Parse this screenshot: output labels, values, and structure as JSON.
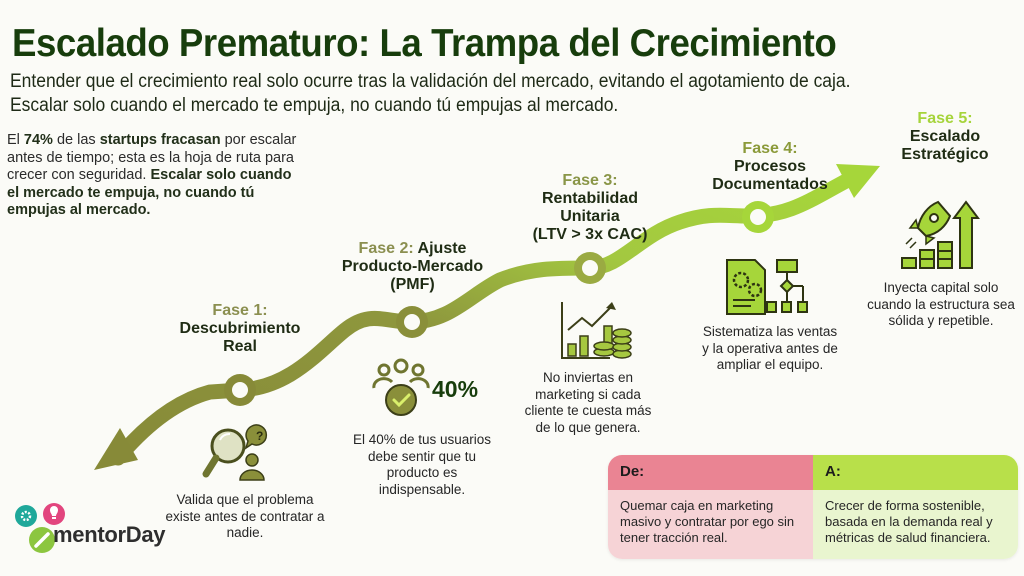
{
  "header": {
    "title": "Escalado Prematuro: La Trampa del Crecimiento",
    "subtitle_line1": "Entender que el crecimiento real solo ocurre tras la validación del mercado, evitando el agotamiento de caja.",
    "subtitle_line2": "Escalar solo cuando el mercado te empuja, no cuando tú empujas al mercado."
  },
  "intro": {
    "p1_a": "El ",
    "p1_stat": "74%",
    "p1_b": " de las ",
    "p1_bold": "startups fracasan",
    "p1_c": " por escalar antes de tiempo; esta es la hoja de ruta para crecer con seguridad.",
    "p2_bold": "Escalar solo cuando el mercado te empuja, no cuando tú empujas al mercado."
  },
  "phases": [
    {
      "label": "Fase 1:",
      "title_line1": "Descubrimiento",
      "title_line2": "Real",
      "icon": "magnifier-question-person-icon",
      "desc": "Valida que el problema existe antes de contratar a nadie."
    },
    {
      "label": "Fase 2:",
      "title_inline": "Ajuste",
      "title_line2": "Producto-Mercado",
      "title_line3": "(PMF)",
      "icon": "users-check-icon",
      "stat": "40%",
      "desc": "El 40% de tus usuarios debe sentir que tu producto es indispensable."
    },
    {
      "label": "Fase 3:",
      "title_line1": "Rentabilidad",
      "title_line2": "Unitaria",
      "title_line3": "(LTV > 3x CAC)",
      "icon": "chart-coins-icon",
      "desc": "No inviertas en marketing si cada cliente te cuesta más de lo que genera."
    },
    {
      "label": "Fase 4:",
      "title_line1": "Procesos",
      "title_line2": "Documentados",
      "icon": "document-gears-flowchart-icon",
      "desc": "Sistematiza las ventas y la operativa antes de ampliar el equipo."
    },
    {
      "label": "Fase 5:",
      "title_line1": "Escalado",
      "title_line2": "Estratégico",
      "icon": "rocket-growth-icon",
      "desc": "Inyecta capital solo cuando la estructura sea sólida y repetible."
    }
  ],
  "comparison": {
    "from_label": "De:",
    "from_text": "Quemar caja en marketing masivo y contratar por ego sin tener tracción real.",
    "to_label": "A:",
    "to_text": "Crecer de forma sostenible, basada en la demanda real y métricas de salud financiera."
  },
  "brand": {
    "logo_text": "mentorDay",
    "colors": {
      "teal": "#1fa89a",
      "pink": "#e2457e",
      "green": "#8cc63f"
    }
  },
  "colors": {
    "title": "#173d0c",
    "path_dark": "#8b8f3a",
    "path_light": "#a6d43b",
    "from_header": "#ea8493",
    "to_header": "#b8e04a"
  }
}
